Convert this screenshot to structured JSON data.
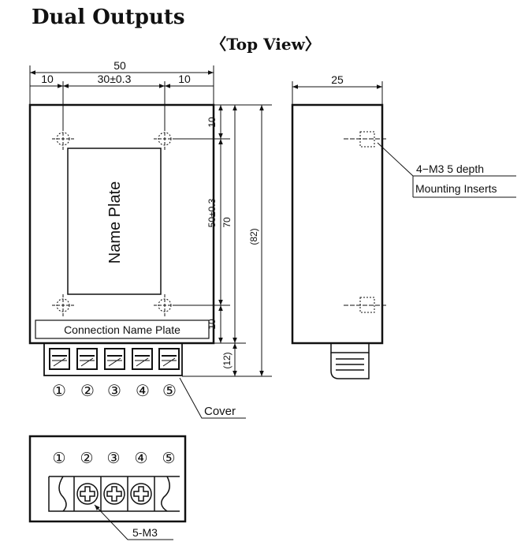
{
  "title": "Dual Outputs",
  "view_label": "〈Top View〉",
  "dims": {
    "overall_width": "50",
    "left_margin": "10",
    "hole_spacing_x": "30±0.3",
    "right_margin": "10",
    "side_width": "25",
    "top_margin": "10",
    "hole_spacing_y": "50±0.3",
    "body_height": "70",
    "overall_height": "(82)",
    "bottom_margin": "10",
    "terminal_height": "(12)"
  },
  "labels": {
    "name_plate": "Name Plate",
    "connection_name_plate": "Connection Name Plate",
    "cover": "Cover",
    "insert_spec": "4−M3  5 depth",
    "insert_name": "Mounting Inserts",
    "screw_spec": "5-M3"
  },
  "terminals": [
    "①",
    "②",
    "③",
    "④",
    "⑤"
  ]
}
